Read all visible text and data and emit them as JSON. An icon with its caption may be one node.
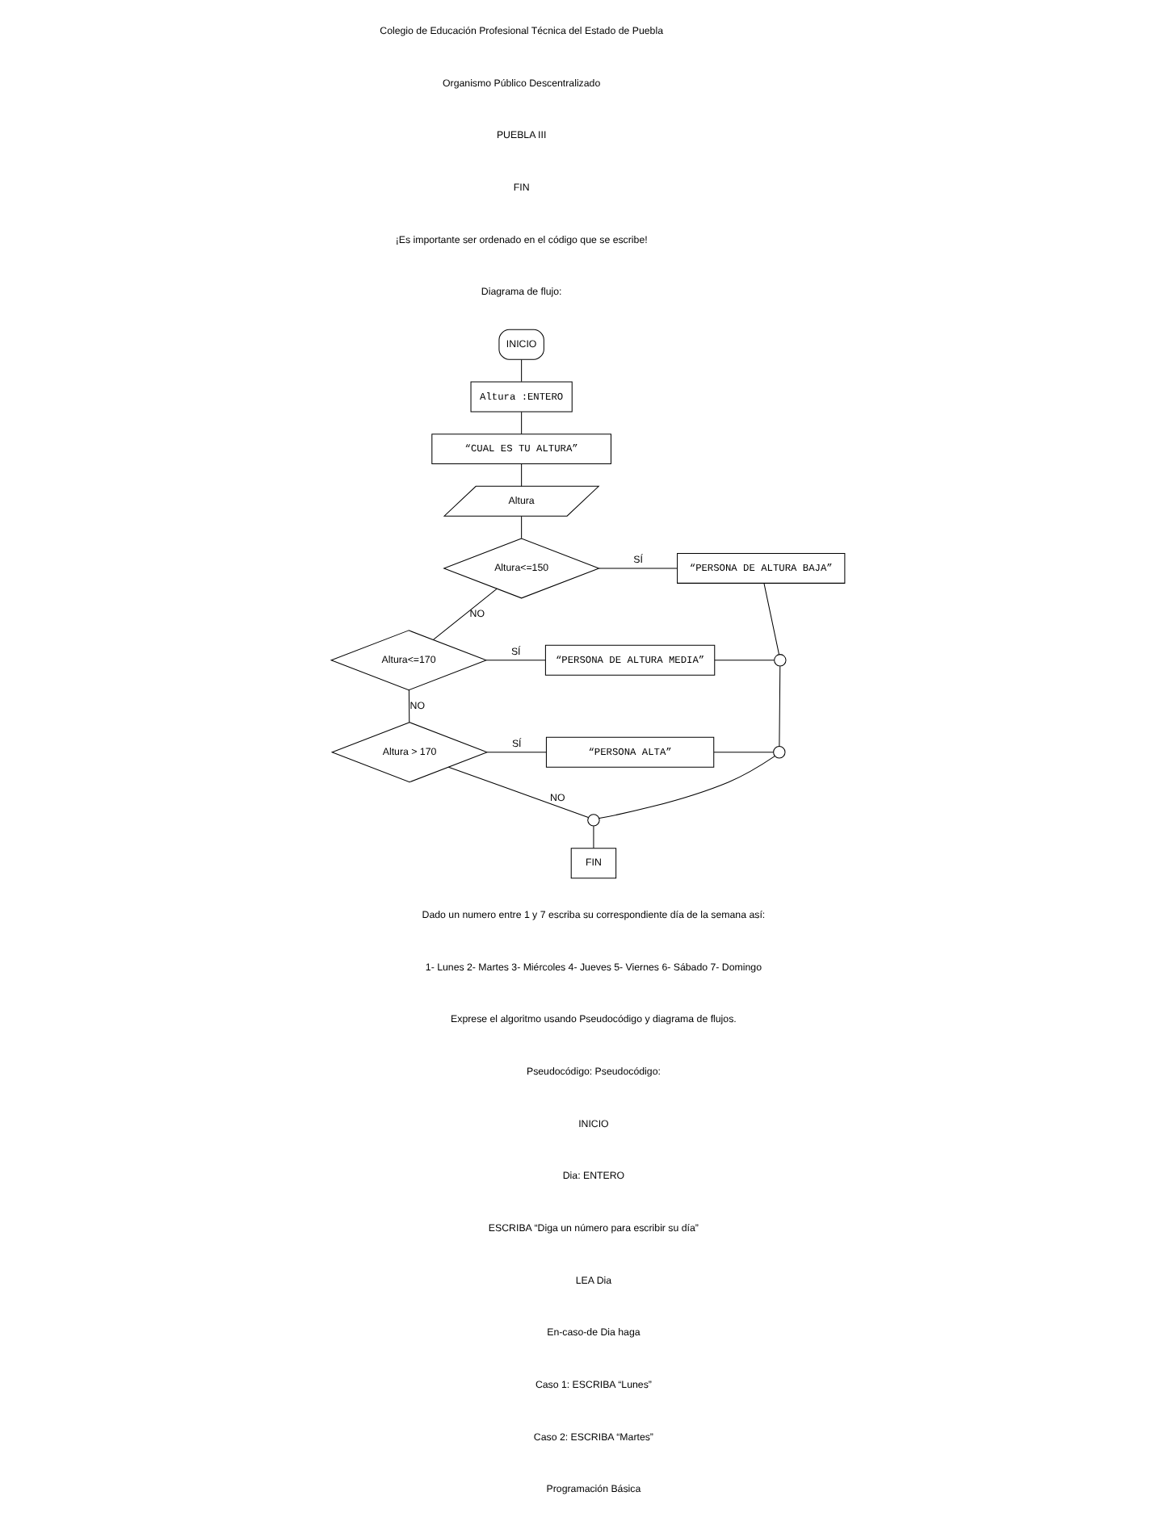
{
  "diagram": {
    "nodes": [
      {
        "text": [
          "INICIO"
        ]
      },
      {
        "text": [
          "Altura :ENTERO"
        ]
      },
      {
        "text": [
          "“CUAL ES TU ALTURA”"
        ]
      },
      {
        "text": [
          "Altura"
        ]
      },
      {
        "text": [
          "Altura<=150"
        ]
      },
      {
        "text": [
          "“PERSONA DE ALTURA BAJA”"
        ]
      },
      {
        "text": [
          "Altura<=170"
        ]
      },
      {
        "text": [
          "“PERSONA DE ALTURA MEDIA”"
        ]
      },
      {
        "text": [
          "Altura > 170"
        ]
      },
      {
        "text": [
          "“PERSONA ALTA”"
        ]
      },
      {
        "text": [],
        "shape": "circle"
      },
      {
        "text": [],
        "shape": "circle"
      },
      {
        "text": [],
        "shape": "circle"
      },
      {
        "text": [
          "FIN"
        ]
      }
    ],
    "edges": [
      {
        "from": 0,
        "to": 1,
        "arrow": "none"
      },
      {
        "from": 1,
        "to": 2,
        "arrow": "none"
      },
      {
        "from": 2,
        "to": 3,
        "arrow": "none"
      },
      {
        "from": 3,
        "to": 4,
        "arrow": "none"
      },
      {
        "from": 4,
        "to": 5,
        "arrow": "none",
        "label": "SÍ"
      },
      {
        "from": 4,
        "to": 6,
        "arrow": "none",
        "label": "NO"
      },
      {
        "from": 6,
        "to": 7,
        "arrow": "none",
        "label": "SÍ"
      },
      {
        "from": 6,
        "to": 8,
        "arrow": "none",
        "label": "NO"
      },
      {
        "from": 8,
        "to": 9,
        "arrow": "none",
        "label": "SÍ"
      },
      {
        "from": 5,
        "to": 10,
        "arrow": "none"
      },
      {
        "from": 7,
        "to": 10,
        "arrow": "none"
      },
      {
        "from": 10,
        "to": 11,
        "arrow": "none"
      },
      {
        "from": 9,
        "to": 11,
        "arrow": "none"
      },
      {
        "from": 11,
        "to": 12,
        "arrow": "none"
      },
      {
        "from": 8,
        "to": 12,
        "arrow": "none",
        "label": "NO"
      },
      {
        "from": 12,
        "to": 13,
        "arrow": "none"
      }
    ],
    "labels": [
      "Colegio de Educación Profesional Técnica del Estado de Puebla",
      "Organismo Público Descentralizado",
      "PUEBLA III",
      "FIN",
      "¡Es importante ser ordenado en el código que se escribe!",
      "Diagrama de flujo:",
      "Dado un numero entre 1 y 7 escriba su correspondiente día de la semana así:",
      "1- Lunes 2- Martes 3- Miércoles 4- Jueves 5- Viernes 6- Sábado 7- Domingo",
      "Exprese el algoritmo usando Pseudocódigo y diagrama de flujos.",
      "Pseudocódigo: Pseudocódigo:",
      "INICIO",
      "Dia: ENTERO",
      "ESCRIBA “Diga un número para escribir su día”",
      "LEA Dia",
      "En-caso-de Dia haga",
      "Caso 1: ESCRIBA “Lunes”",
      "Caso 2: ESCRIBA “Martes”",
      "Programación Básica"
    ]
  }
}
